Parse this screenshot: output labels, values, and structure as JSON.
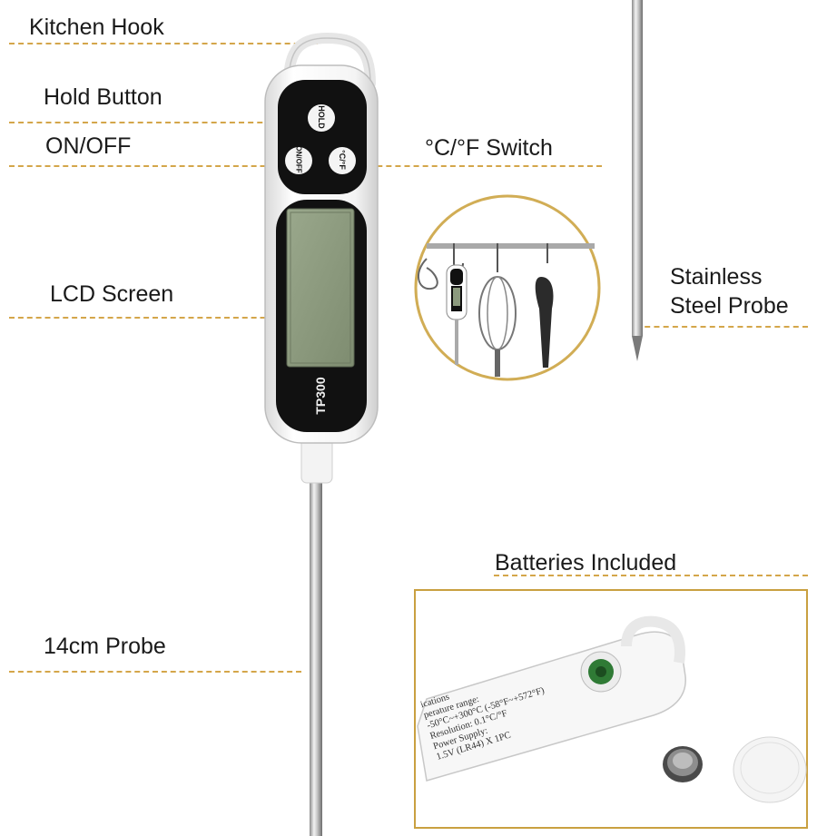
{
  "labels": {
    "kitchen_hook": "Kitchen Hook",
    "hold_button": "Hold Button",
    "on_off": "ON/OFF",
    "cf_switch": "°C/°F Switch",
    "lcd_screen": "LCD Screen",
    "stainless_line1": "Stainless",
    "stainless_line2": "Steel Probe",
    "batteries": "Batteries Included",
    "probe_length": "14cm Probe"
  },
  "device": {
    "hold_text": "HOLD",
    "onoff_text": "ON/OFF",
    "cf_text": "°C/°F",
    "model": "TP300"
  },
  "spec_label": {
    "line1": "ications",
    "line2": "perature range:",
    "line3": "-50°C~+300°C (-58°F~+572°F)",
    "line4": "Resolution: 0.1°C/°F",
    "line5": "Power Supply:",
    "line6": "1.5V (LR44) X 1PC"
  },
  "colors": {
    "accent_dash": "#d4a64a",
    "device_black": "#111111",
    "lcd_green": "#8c9a7e",
    "frame_border": "#c9a040"
  }
}
